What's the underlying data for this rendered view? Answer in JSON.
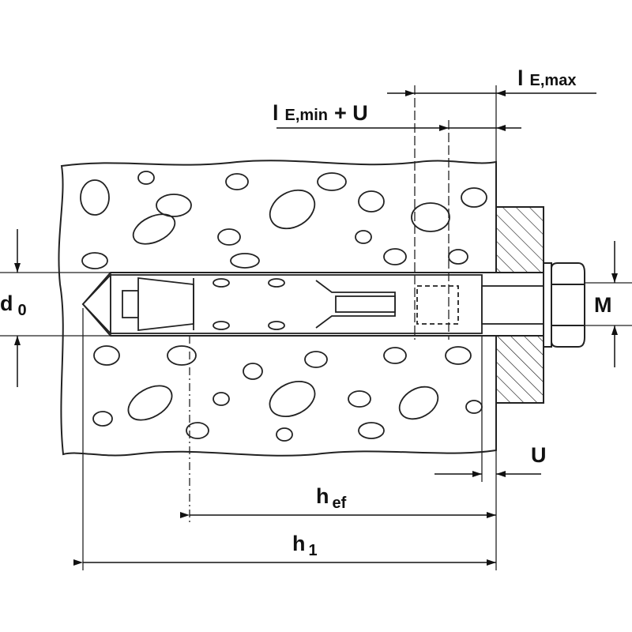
{
  "labels": {
    "le_max": {
      "main": "l",
      "sub": "E,max"
    },
    "le_min_u": {
      "main": "l",
      "sub": "E,min",
      "suffix": "+ U"
    },
    "d0": {
      "main": "d",
      "sub": "0"
    },
    "m": "M",
    "u": "U",
    "hef": {
      "main": "h",
      "sub": "ef"
    },
    "h1": {
      "main": "h",
      "sub": "1"
    }
  },
  "colors": {
    "line": "#222222",
    "background": "#ffffff"
  }
}
